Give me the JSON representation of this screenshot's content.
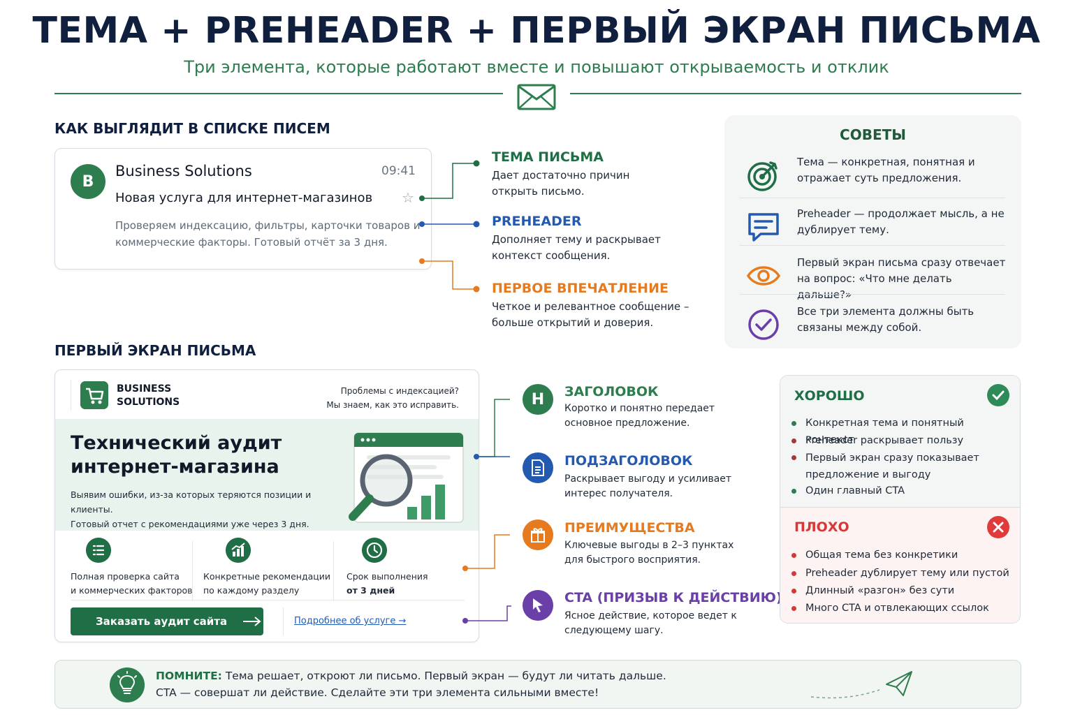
{
  "header": {
    "title": "ТЕМА + PREHEADER + ПЕРВЫЙ ЭКРАН ПИСЬМА",
    "subtitle": "Три элемента, которые работают вместе и повышают открываемость и отклик"
  },
  "inbox_section": {
    "heading": "КАК ВЫГЛЯДИТ В СПИСКЕ ПИСЕМ",
    "email": {
      "avatar_letter": "B",
      "sender": "Business Solutions",
      "time": "09:41",
      "subject": "Новая услуга для интернет-магазинов",
      "preview": "Проверяем индексацию, фильтры, карточки товаров и коммерческие факторы. Готовый отчёт за 3 дня."
    },
    "labels": [
      {
        "title": "ТЕМА ПИСЬМА",
        "text": "Дает достаточно причин открыть письмо.",
        "color": "#1f6e46"
      },
      {
        "title": "PREHEADER",
        "text": "Дополняет тему и раскрывает контекст сообщения.",
        "color": "#2459b0"
      },
      {
        "title": "ПЕРВОЕ ВПЕЧАТЛЕНИЕ",
        "text": "Четкое и релевантное сообщение – больше открытий и доверия.",
        "color": "#e67a1e"
      }
    ]
  },
  "tips": {
    "title": "СОВЕТЫ",
    "items": [
      {
        "icon": "target-icon",
        "text": "Тема — конкретная, понятная и отражает суть предложения."
      },
      {
        "icon": "message-icon",
        "text": "Preheader — продолжает мысль, а не дублирует тему."
      },
      {
        "icon": "eye-icon",
        "text": "Первый экран письма сразу отвечает на вопрос: «Что мне делать дальше?»"
      },
      {
        "icon": "check-circle-icon",
        "text": "Все три элемента должны быть связаны между собой."
      }
    ]
  },
  "first_screen_section": {
    "heading": "ПЕРВЫЙ ЭКРАН ПИСЬМА",
    "mock": {
      "logo_text": "BUSINESS SOLUTIONS",
      "top_right_line1": "Проблемы с индексацией?",
      "top_right_line2": "Мы знаем, как это исправить.",
      "h1": "Технический аудит интернет-магазина",
      "desc_line1": "Выявим ошибки, из-за которых теряются позиции и клиенты.",
      "desc_line2": "Готовый отчет с рекомендациями уже через 3 дня.",
      "features": [
        {
          "icon": "checklist-icon",
          "line1": "Полная проверка сайта",
          "line2": "и коммерческих факторов"
        },
        {
          "icon": "chart-icon",
          "line1": "Конкретные рекомендации",
          "line2": "по каждому разделу"
        },
        {
          "icon": "clock-icon",
          "line1": "Срок выполнения",
          "line2": "от 3 дней"
        }
      ],
      "cta": "Заказать аудит сайта",
      "link": "Подробнее об услуге →"
    },
    "elements": [
      {
        "title": "ЗАГОЛОВОК",
        "text": "Коротко и понятно передает основное предложение.",
        "color": "#2e7d4f",
        "glyph": "H"
      },
      {
        "title": "ПОДЗАГОЛОВОК",
        "text": "Раскрывает выгоду и усиливает интерес получателя.",
        "color": "#2459b0",
        "glyph": ""
      },
      {
        "title": "ПРЕИМУЩЕСТВА",
        "text": "Ключевые выгоды в 2–3 пунктах для быстрого восприятия.",
        "color": "#e67a1e",
        "glyph": ""
      },
      {
        "title": "CTA (ПРИЗЫВ К ДЕЙСТВИЮ)",
        "text": "Ясное действие, которое ведет к следующему шагу.",
        "color": "#6a3fa8",
        "glyph": ""
      }
    ]
  },
  "good_bad": {
    "good_title": "ХОРОШО",
    "good_items": [
      "Конкретная тема и понятный контекст",
      "Preheader раскрывает пользу",
      "Первый экран сразу показывает предложение и выгоду",
      "Один главный CTA"
    ],
    "bad_title": "ПЛОХО",
    "bad_items": [
      "Общая тема без конкретики",
      "Preheader дублирует тему или пустой",
      "Длинный «разгон» без сути",
      "Много CTA и отвлекающих ссылок"
    ]
  },
  "remember": {
    "label": "ПОМНИТЕ:",
    "line1": "Тема решает, откроют ли письмо. Первый экран — будут ли читать дальше.",
    "line2": "CTA — совершат ли действие. Сделайте эти три элемента сильными вместе!"
  },
  "colors": {
    "green": "#2e7d4f",
    "blue": "#2459b0",
    "orange": "#e67a1e",
    "purple": "#6a3fa8",
    "red": "#d93636",
    "navy": "#0f1f3d"
  }
}
